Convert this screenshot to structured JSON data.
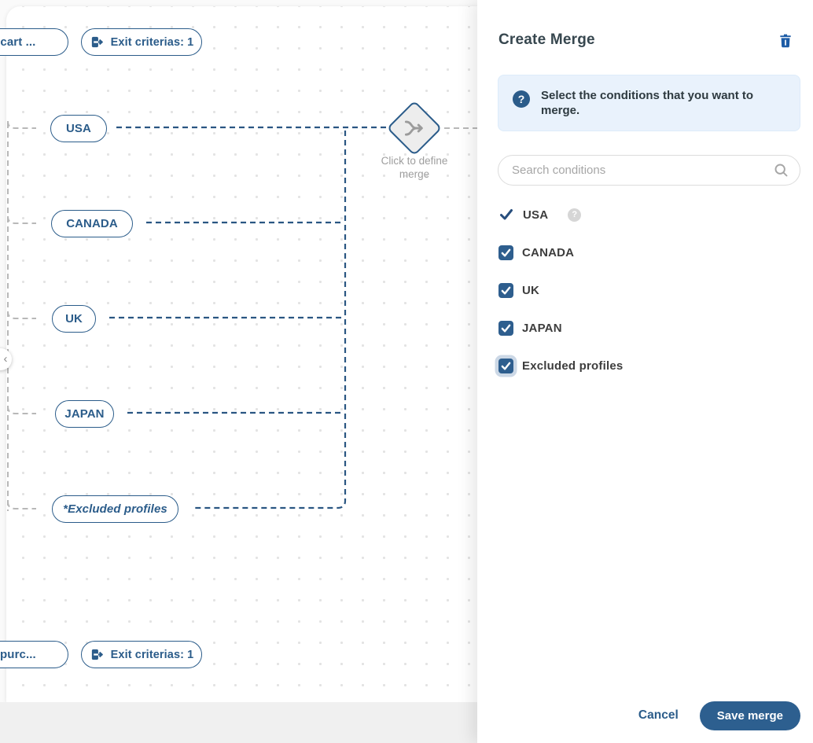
{
  "canvas": {
    "entry_node_label": "on cart ...",
    "entry_exit_label": "Exit criterias: 1",
    "bottom_node_label": "on purc...",
    "bottom_exit_label": "Exit criterias: 1",
    "branches": [
      {
        "label": "USA"
      },
      {
        "label": "CANADA"
      },
      {
        "label": "UK"
      },
      {
        "label": "JAPAN"
      },
      {
        "label": "*Excluded profiles"
      }
    ],
    "merge_hint": "Click to define merge",
    "collapse_icon": "‹"
  },
  "panel": {
    "title": "Create Merge",
    "info_icon": "?",
    "info_text": "Select the conditions that you want to merge.",
    "search_placeholder": "Search conditions",
    "conditions": [
      {
        "label": "USA",
        "state": "selected-locked",
        "help_icon": "?"
      },
      {
        "label": "CANADA",
        "state": "checked"
      },
      {
        "label": "UK",
        "state": "checked"
      },
      {
        "label": "JAPAN",
        "state": "checked"
      },
      {
        "label": "Excluded profiles",
        "state": "checked-focused"
      }
    ],
    "footer": {
      "cancel_label": "Cancel",
      "save_label": "Save merge"
    }
  },
  "colors": {
    "brand_navy": "#2b5c8a",
    "checkbox_blue": "#2e5e8e",
    "save_button_blue": "#2d5f8f",
    "trash_blue": "#1d5ca6",
    "info_box_bg": "#e9f2fc",
    "connector_navy": "#2a5682",
    "connector_gray": "#b8b8b8",
    "hint_gray": "#9e9e9e",
    "footer_bar_gray": "#f0f0f0"
  }
}
